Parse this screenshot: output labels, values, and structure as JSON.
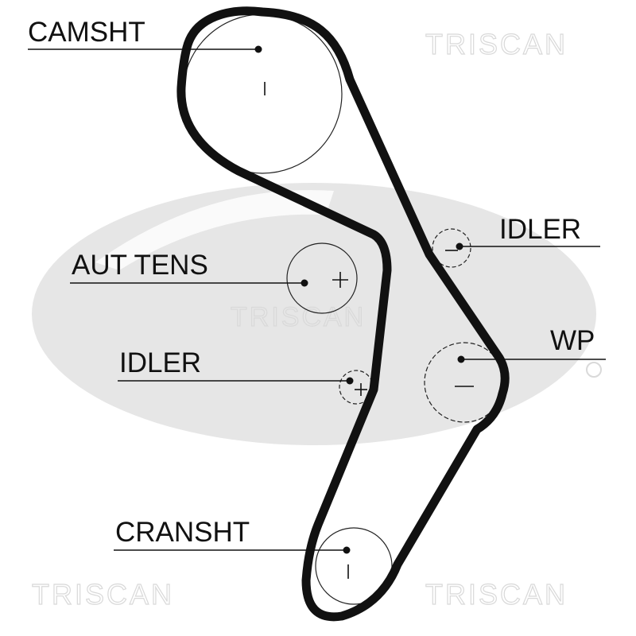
{
  "labels": {
    "camshaft": "CAMSHT",
    "idler_right": "IDLER",
    "auto_tensioner": "AUT TENS",
    "water_pump": "WP",
    "idler_left": "IDLER",
    "crankshaft": "CRANSHT"
  },
  "watermarks": [
    "TRISCAN",
    "TRISCAN",
    "TRISCAN",
    "TRISCAN"
  ],
  "colors": {
    "belt": "#111111",
    "logo": "#e6e6e6",
    "watermark": "#d9d9d9"
  }
}
